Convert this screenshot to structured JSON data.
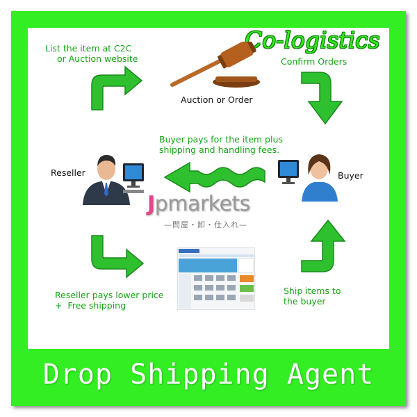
{
  "header": {
    "brand": "Co-logistics"
  },
  "steps": {
    "list_item": {
      "line1": "List the item at C2C",
      "line2": "or Auction website"
    },
    "auction": {
      "label": "Auction or Order"
    },
    "confirm": {
      "label": "Confirm Orders"
    },
    "payment": {
      "line1": "Buyer pays for the item plus",
      "line2": "shipping and handling fees."
    },
    "reseller": {
      "label": "Reseller"
    },
    "buyer": {
      "label": "Buyer"
    },
    "reseller_pays": {
      "line1": "Reseller pays lower price",
      "line2": "+  Free shipping"
    },
    "ship": {
      "line1": "Ship items to",
      "line2": "the buyer"
    }
  },
  "watermark": {
    "logo_jp": "J",
    "logo_rest": "pmarkets",
    "subtitle": "—問屋・卸・仕入れ—"
  },
  "footer": {
    "title": "Drop Shipping Agent"
  },
  "colors": {
    "frame_green": "#33ee22",
    "text_green": "#17a317",
    "arrow_green": "#2fc02f"
  }
}
